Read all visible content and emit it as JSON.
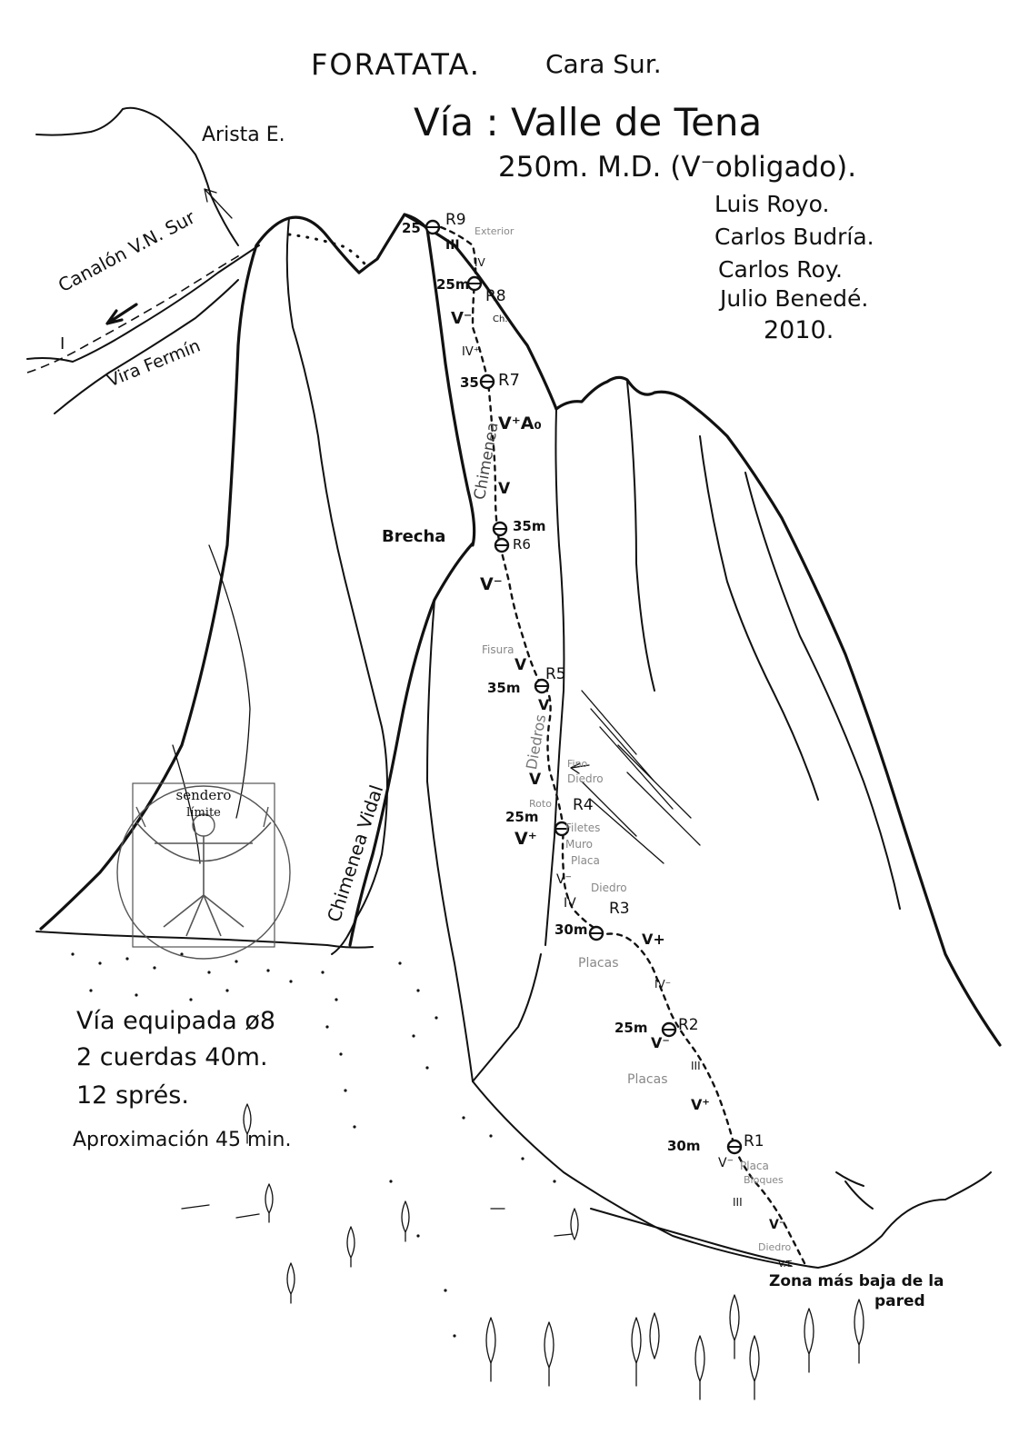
{
  "title": {
    "peak": "FORATATA.",
    "face": "Cara Sur."
  },
  "route": {
    "name": "Vía : Valle de Tena",
    "grade": "250m. M.D. (V⁻obligado).",
    "authors": [
      "Luis Royo.",
      "Carlos Budría.",
      "Carlos Roy.",
      "Julio Benedé."
    ],
    "year": "2010."
  },
  "side_labels": {
    "arista": "Arista E.",
    "canalon": "Canalón V.N. Sur",
    "vira": "Vira Fermín",
    "roman_one": "I",
    "brecha": "Brecha",
    "chimenea_vidal": "Chimenea Vidal",
    "chimenea": "Chimenea",
    "diedros": "Diedros",
    "zona": "Zona más baja de la",
    "pared": "pared",
    "vt": "V.T."
  },
  "belays": [
    {
      "id": "R9",
      "label": "R9",
      "length": "25"
    },
    {
      "id": "R8",
      "label": "R8",
      "length": "25m"
    },
    {
      "id": "R7",
      "label": "R7",
      "length": "35"
    },
    {
      "id": "R6",
      "label": "R6",
      "length": "35m"
    },
    {
      "id": "R5",
      "label": "R5",
      "length": "35m"
    },
    {
      "id": "R4",
      "label": "R4",
      "length": "25m"
    },
    {
      "id": "R3",
      "label": "R3",
      "length": "30m"
    },
    {
      "id": "R2",
      "label": "R2",
      "length": "25m"
    },
    {
      "id": "R1",
      "label": "R1",
      "length": "30m"
    }
  ],
  "grades": {
    "g1": "III",
    "g2": "IV",
    "g3": "V⁻",
    "g4": "IV⁺",
    "g5": "V⁺A₀",
    "g6": "V",
    "g7": "V⁻",
    "g8": "V",
    "g9": "V",
    "g10": "V",
    "g11": "V⁺",
    "g12": "V⁻",
    "g13": "IV",
    "g14": "V+",
    "g15": "IV⁻",
    "g16": "V⁻",
    "g17": "III",
    "g18": "V⁺",
    "g19": "V⁻",
    "g20": "III",
    "g21": "V⁻"
  },
  "notes": {
    "exterior": "Exterior",
    "ch": "Ch.",
    "fisura": "Fisura",
    "fino": "Fino",
    "diedro": "Diedro",
    "roto": "Roto",
    "filetes": "Filetes",
    "muro": "Muro",
    "placa": "Placa",
    "diedro2": "Diedro",
    "placas": "Placas",
    "placas2": "Placas",
    "placa2": "Placa",
    "bloques": "Bloques",
    "diedro3": "Diedro"
  },
  "gear": {
    "line1": "Vía equipada ø8",
    "line2": "2 cuerdas 40m.",
    "line3": "12 sprés.",
    "line4": "Aproximación 45 min."
  },
  "logo": {
    "top": "sendero",
    "bottom": "límite"
  }
}
